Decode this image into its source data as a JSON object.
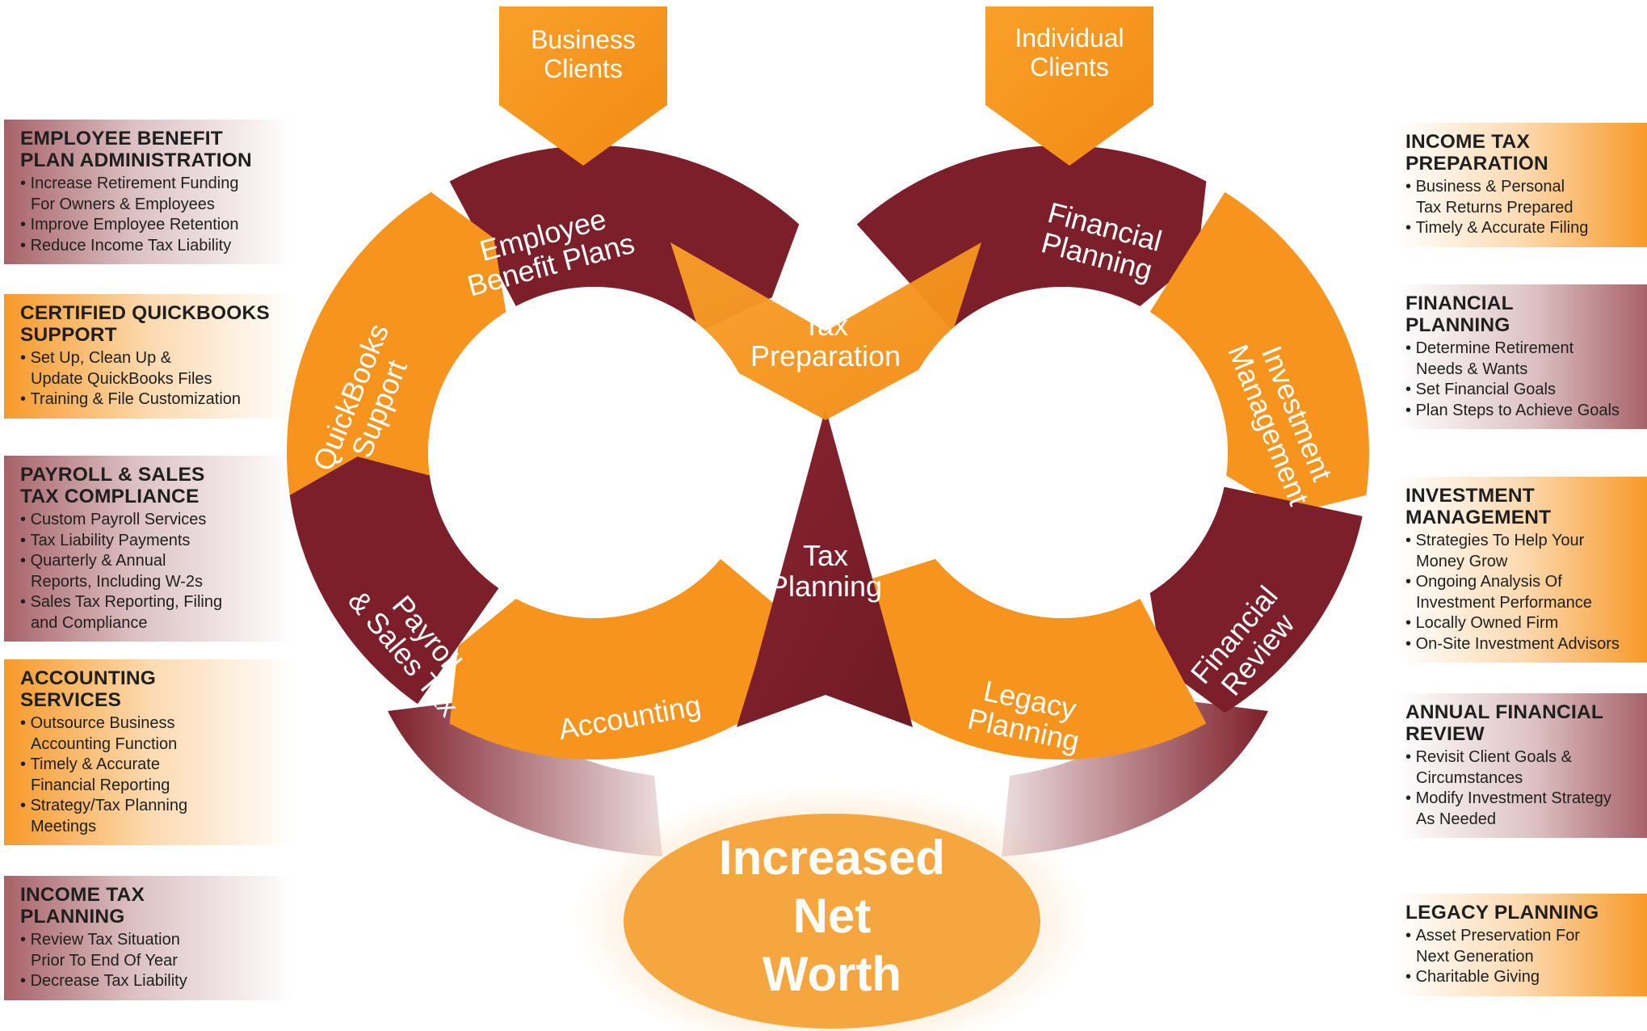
{
  "clients": {
    "business": "Business\nClients",
    "individual": "Individual\nClients"
  },
  "services_ring": {
    "employee_benefit_plans": "Employee\nBenefit Plans",
    "quickbooks_support": "QuickBooks\nSupport",
    "payroll_sales_tax": "Payroll\n& Sales Tax",
    "accounting": "Accounting",
    "tax_preparation": "Tax\nPreparation",
    "tax_planning": "Tax\nPlanning",
    "financial_planning": "Financial\nPlanning",
    "investment_management": "Investment\nManagement",
    "financial_review": "Financial\nReview",
    "legacy_planning": "Legacy\nPlanning"
  },
  "goal": "Increased\nNet\nWorth",
  "colors": {
    "maroon": "#7d1f2a",
    "orange": "#f7941d",
    "goal": "#f5a63f"
  },
  "left_panels": [
    {
      "title": "EMPLOYEE BENEFIT\nPLAN ADMINISTRATION",
      "style": "maroon",
      "items": [
        "Increase Retirement Funding\nFor Owners & Employees",
        "Improve Employee Retention",
        "Reduce Income Tax Liability"
      ]
    },
    {
      "title": "CERTIFIED QUICKBOOKS\nSUPPORT",
      "style": "orange",
      "items": [
        "Set Up, Clean Up &\nUpdate QuickBooks Files",
        "Training & File Customization"
      ]
    },
    {
      "title": "PAYROLL & SALES\nTAX COMPLIANCE",
      "style": "maroon",
      "items": [
        "Custom Payroll Services",
        "Tax Liability Payments",
        "Quarterly & Annual\nReports, Including W-2s",
        "Sales Tax Reporting, Filing\nand Compliance"
      ]
    },
    {
      "title": "ACCOUNTING\nSERVICES",
      "style": "orange",
      "items": [
        "Outsource Business\nAccounting Function",
        "Timely & Accurate\nFinancial Reporting",
        "Strategy/Tax Planning\nMeetings"
      ]
    },
    {
      "title": "INCOME TAX\nPLANNING",
      "style": "maroon",
      "items": [
        "Review Tax Situation\nPrior To End Of Year",
        "Decrease Tax Liability"
      ]
    }
  ],
  "right_panels": [
    {
      "title": "INCOME TAX\nPREPARATION",
      "style": "orange",
      "items": [
        "Business & Personal\nTax Returns Prepared",
        "Timely & Accurate Filing"
      ]
    },
    {
      "title": "FINANCIAL\nPLANNING",
      "style": "maroon",
      "items": [
        "Determine Retirement\nNeeds & Wants",
        "Set Financial Goals",
        "Plan Steps to Achieve Goals"
      ]
    },
    {
      "title": "INVESTMENT\nMANAGEMENT",
      "style": "orange",
      "items": [
        "Strategies To Help Your\nMoney Grow",
        "Ongoing Analysis Of\nInvestment Performance",
        "Locally Owned Firm",
        "On-Site Investment Advisors"
      ]
    },
    {
      "title": "ANNUAL FINANCIAL\nREVIEW",
      "style": "maroon",
      "items": [
        "Revisit Client Goals &\nCircumstances",
        "Modify Investment Strategy\nAs Needed"
      ]
    },
    {
      "title": "LEGACY PLANNING",
      "style": "orange",
      "items": [
        "Asset Preservation For\nNext Generation",
        "Charitable Giving"
      ]
    }
  ]
}
